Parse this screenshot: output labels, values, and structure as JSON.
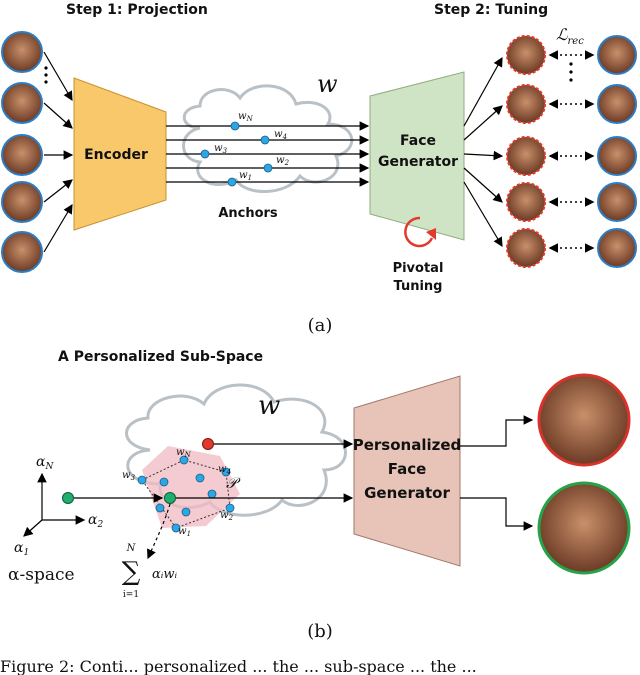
{
  "part_a": {
    "step1": "Step 1: Projection",
    "step2": "Step 2: Tuning",
    "encoder": "Encoder",
    "generator_l1": "Face",
    "generator_l2": "Generator",
    "space": "w",
    "anchors": "Anchors",
    "pivotal_l1": "Pivotal",
    "pivotal_l2": "Tuning",
    "loss_main": "ℒ",
    "loss_sub": "rec",
    "latent_main": "w",
    "latent_subs": [
      "N",
      "4",
      "3",
      "2",
      "1"
    ],
    "label": "(a)"
  },
  "part_b": {
    "title": "A Personalized Sub-Space",
    "space": "w",
    "gen_l1": "Personalized",
    "gen_l2": "Face",
    "gen_l3": "Generator",
    "alpha_n": "α",
    "alpha_n_sub": "N",
    "alpha_2": "α",
    "alpha_2_sub": "2",
    "alpha_1": "α",
    "alpha_1_sub": "1",
    "alpha_space": "α-space",
    "sum_symbol": "∑",
    "sum_top": "N",
    "sum_bottom": "i=1",
    "sum_term": "αᵢwᵢ",
    "polygon_label": "𝒫",
    "vertex_main": "w",
    "vertex_subs": [
      "N",
      "4",
      "3",
      "2",
      "1"
    ],
    "label": "(b)"
  },
  "caption": "Figure 2: Conti... personalized ... the ... sub-space ... the ..."
}
